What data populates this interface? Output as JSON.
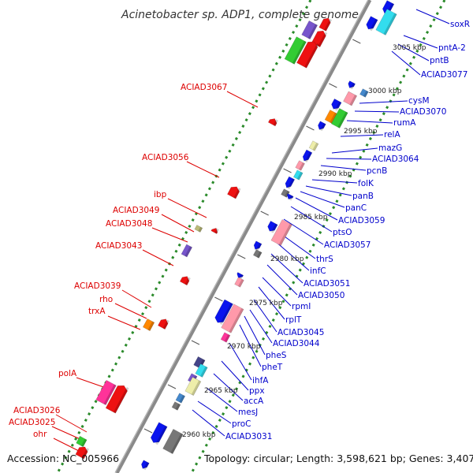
{
  "title": "Acinetobacter sp. ADP1, complete genome",
  "accession": "Accession: NC_005966",
  "topology": "Topology: circular; Length: 3,598,621 bp; Genes: 3,407",
  "colors": {
    "backbone": "#888888",
    "left_label": "#dd0000",
    "right_label": "#0000cc",
    "gc_dots": "#2a8a2a"
  },
  "ticks": [
    "3005 kbp",
    "3000 kbp",
    "2995 kbp",
    "2990 kbp",
    "2985 kbp",
    "2980 kbp",
    "2975 kbp",
    "2970 kbp",
    "2965 kbp",
    "2960 kbp"
  ],
  "left_labels": [
    "ACIAD3067",
    "ACIAD3056",
    "ibp",
    "ACIAD3049",
    "ACIAD3048",
    "ACIAD3043",
    "ACIAD3039",
    "rho",
    "trxA",
    "polA",
    "ACIAD3026",
    "ACIAD3025",
    "ohr"
  ],
  "right_labels": [
    "soxR",
    "pntA-2",
    "pntB",
    "ACIAD3077",
    "cysM",
    "ACIAD3070",
    "rumA",
    "relA",
    "mazG",
    "ACIAD3064",
    "pcnB",
    "folK",
    "panB",
    "panC",
    "ACIAD3059",
    "ptsO",
    "ACIAD3057",
    "thrS",
    "infC",
    "ACIAD3051",
    "ACIAD3050",
    "rpmI",
    "rplT",
    "ACIAD3045",
    "ACIAD3044",
    "pheS",
    "pheT",
    "ihfA",
    "ppx",
    "accA",
    "mesJ",
    "proC",
    "ACIAD3031"
  ]
}
